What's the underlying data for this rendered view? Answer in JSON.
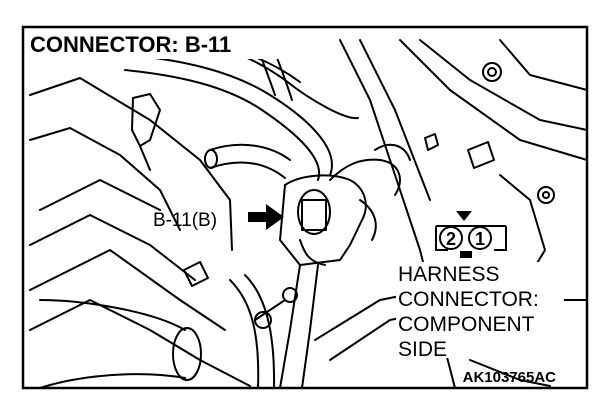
{
  "title": "CONNECTOR: B-11",
  "callout": "B-11(B)",
  "connector_pins": [
    "2",
    "1"
  ],
  "harness_label": [
    "HARNESS",
    "CONNECTOR:",
    "COMPONENT",
    "SIDE"
  ],
  "figure_id": "AK103765AC"
}
